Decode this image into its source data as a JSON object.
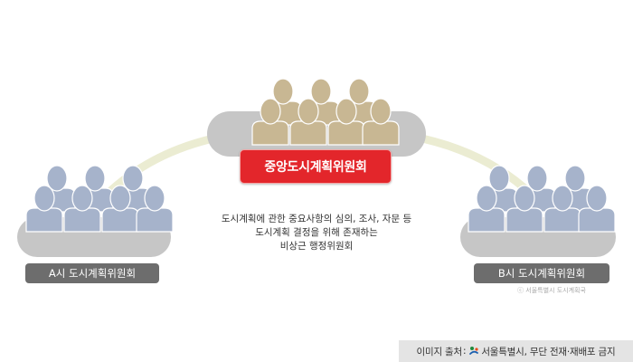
{
  "central": {
    "label": "중앙도시계획위원회"
  },
  "left": {
    "label": "A시 도시계획위원회"
  },
  "right": {
    "label": "B시 도시계획위원회"
  },
  "description": [
    "도시계획에 관한 중요사항의 심의, 조사, 자문 등",
    "도시계획 결정을 위해 존재하는",
    "비상근 행정위원회"
  ],
  "copyright": "ⓒ 서울특별시 도시계획국",
  "footer": {
    "prefix": "이미지 출처",
    "colon": ":",
    "source": "서울특별시",
    "notice": ", 무단 전재·재배포 금지"
  },
  "colors": {
    "central_people": "#c8b793",
    "side_people": "#a6b3cb",
    "platform": "#c6c6c6",
    "connector": "#ebecd2",
    "central_label": "#e3262b",
    "side_label": "#6d6d6d"
  }
}
